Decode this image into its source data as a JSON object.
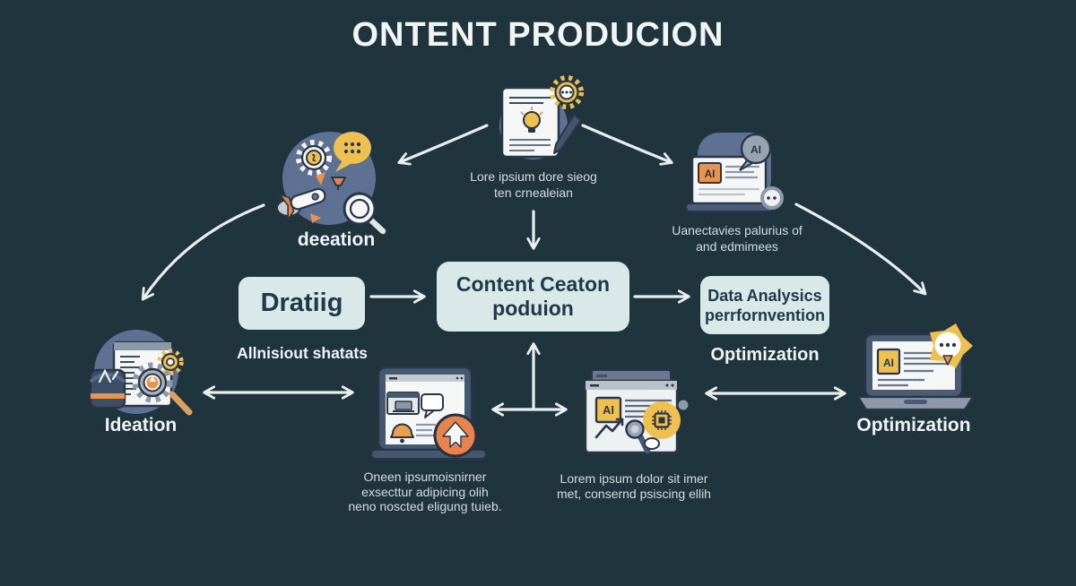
{
  "title": "ONTENT PRODUCION",
  "colors": {
    "background": "#20343e",
    "box_fill": "#d9e8e9",
    "box_text": "#233846",
    "arrow": "#e9eef0",
    "slate_circle": "#5e7192",
    "accent_yellow": "#eec050",
    "accent_orange": "#e8834e"
  },
  "nodes": {
    "content_creation": {
      "caption1": "Lore ipsium dore sieog",
      "caption2": "ten crnealeian"
    },
    "ideation_top": {
      "label": "deeation"
    },
    "ai_generation": {
      "bubble": "AI",
      "badge": "AI",
      "caption1": "Uanectavies palurius of",
      "caption2": "and edmimees"
    },
    "drafting": {
      "label": "Dratiig",
      "caption": "Allnisiout shatats"
    },
    "content_center": {
      "line1": "Content Ceaton",
      "line2": "poduion"
    },
    "analytics": {
      "line1": "Data Analysics",
      "line2": "perrfornvention",
      "caption": "Optimization"
    },
    "ideation_bottom": {
      "label": "Ideation"
    },
    "publishing": {
      "caption1": "Oneen ipsumoisnirner",
      "caption2": "exsecttur adipicing olih",
      "caption3": "neno noscted eligung tuieb."
    },
    "ai_analysis": {
      "badge": "AI",
      "caption1": "Lorem ipsum dolor sit imer",
      "caption2": "met, consernd psiscing ellih"
    },
    "optimization": {
      "badge": "AI",
      "label": "Optimization"
    }
  }
}
